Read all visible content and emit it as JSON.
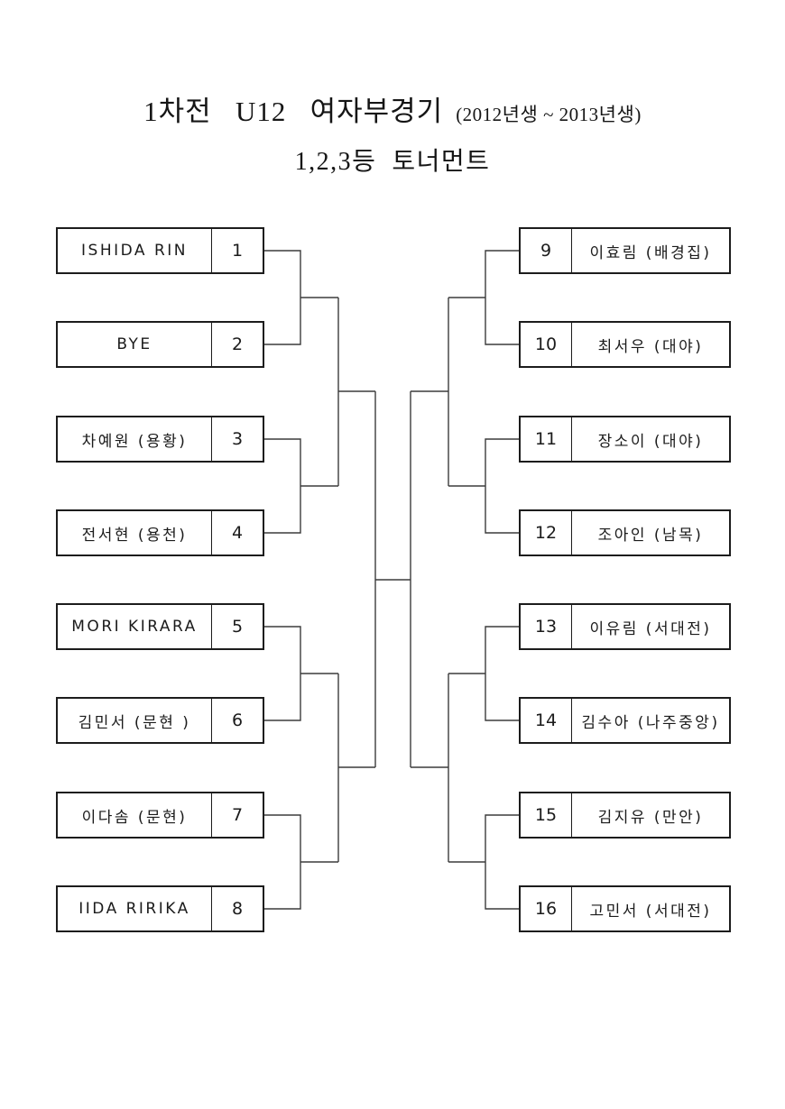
{
  "page": {
    "title_line1": "1차전   U12   여자부경기",
    "title_line1_note": "(2012년생 ~ 2013년생)",
    "title_line2": "1,2,3등  토너먼트"
  },
  "bracket": {
    "type": "single-elimination-16",
    "line_color": "#3c3c3c",
    "box_border_color": "#1c1c1c",
    "left_entries": [
      {
        "seed": "1",
        "name": "ISHIDA RIN"
      },
      {
        "seed": "2",
        "name": "BYE"
      },
      {
        "seed": "3",
        "name": "차예원 (용황)"
      },
      {
        "seed": "4",
        "name": "전서현 (용천)"
      },
      {
        "seed": "5",
        "name": "MORI KIRARA"
      },
      {
        "seed": "6",
        "name": "김민서 (문현 )"
      },
      {
        "seed": "7",
        "name": "이다솜 (문현)"
      },
      {
        "seed": "8",
        "name": "IIDA RIRIKA"
      }
    ],
    "right_entries": [
      {
        "seed": "9",
        "name": "이효림 (배경집)"
      },
      {
        "seed": "10",
        "name": "최서우 (대야)"
      },
      {
        "seed": "11",
        "name": "장소이 (대야)"
      },
      {
        "seed": "12",
        "name": "조아인 (남목)"
      },
      {
        "seed": "13",
        "name": "이유림 (서대전)"
      },
      {
        "seed": "14",
        "name": "김수아 (나주중앙)"
      },
      {
        "seed": "15",
        "name": "김지유 (만안)"
      },
      {
        "seed": "16",
        "name": "고민서 (서대전)"
      }
    ]
  }
}
